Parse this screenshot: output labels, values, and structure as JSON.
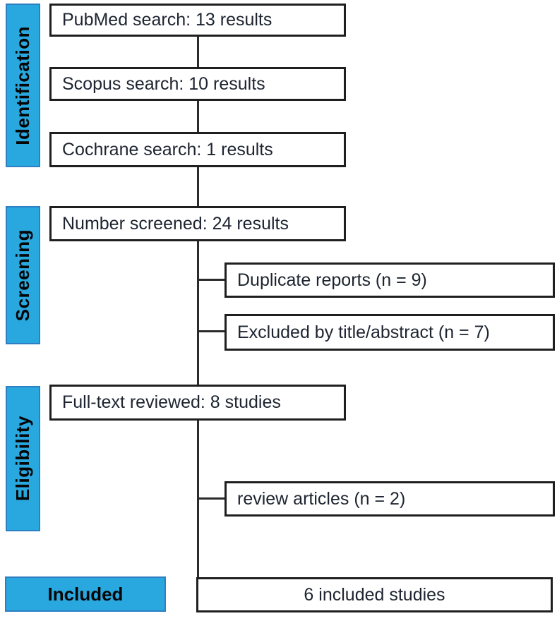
{
  "diagram": {
    "type": "prisma-flow-diagram",
    "colors": {
      "stage_fill": "#29a8e0",
      "stage_border": "#2e7fc2",
      "box_border": "#1f1f1f",
      "connector_line": "#2b2b2b",
      "box_text": "#1d2430",
      "stage_text": "#050505",
      "background": "#ffffff"
    },
    "stages": [
      {
        "id": "identification",
        "label": "Identification"
      },
      {
        "id": "screening",
        "label": "Screening"
      },
      {
        "id": "eligibility",
        "label": "Eligibility"
      },
      {
        "id": "included",
        "label": "Included"
      }
    ],
    "main_boxes": [
      {
        "id": "pubmed-search",
        "label": "PubMed search: 13 results"
      },
      {
        "id": "scopus-search",
        "label": "Scopus search: 10 results"
      },
      {
        "id": "cochrane-search",
        "label": "Cochrane search: 1 results"
      },
      {
        "id": "number-screened",
        "label": "Number screened: 24 results"
      },
      {
        "id": "fulltext-reviewed",
        "label": "Full-text reviewed: 8 studies"
      }
    ],
    "side_boxes": [
      {
        "id": "duplicate-reports",
        "label": "Duplicate reports (n = 9)"
      },
      {
        "id": "excluded-title-abstract",
        "label": "Excluded by title/abstract (n = 7)"
      },
      {
        "id": "review-articles",
        "label": "review articles (n = 2)"
      }
    ],
    "final_box": {
      "id": "included-studies",
      "label": "6 included studies"
    },
    "flow": {
      "counts": {
        "pubmed": 13,
        "scopus": 10,
        "cochrane": 1,
        "screened": 24,
        "duplicates_removed": 9,
        "excluded_title_abstract": 7,
        "fulltext_reviewed": 8,
        "review_articles_excluded": 2,
        "included": 6
      }
    }
  }
}
